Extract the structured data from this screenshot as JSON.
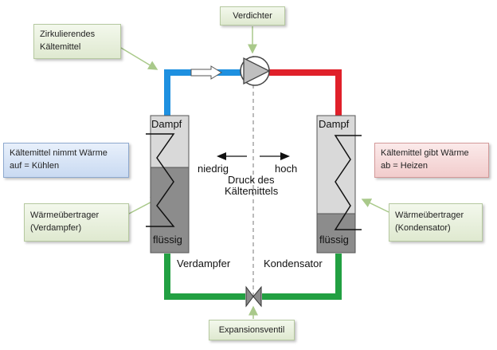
{
  "labels": {
    "verdichter": "Verdichter",
    "zirkulierend_line1": "Zirkulierendes",
    "zirkulierend_line2": "Kältemittel",
    "nimmt_line1": "Kältemittel nimmt Wärme",
    "nimmt_line2": "auf = Kühlen",
    "gibt_line1": "Kältemittel gibt Wärme",
    "gibt_line2": "ab = Heizen",
    "wt_left_line1": "Wärmeübertrager",
    "wt_left_line2": "(Verdampfer)",
    "wt_right_line1": "Wärmeübertrager",
    "wt_right_line2": "(Kondensator)",
    "expansionsventil": "Expansionsventil",
    "dampf_left": "Dampf",
    "dampf_right": "Dampf",
    "fluessig_left": "flüssig",
    "fluessig_right": "flüssig",
    "niedrig": "niedrig",
    "hoch": "hoch",
    "druck_line1": "Druck des",
    "druck_line2": "Kältemittels",
    "verdampfer": "Verdampfer",
    "kondensator": "Kondensator"
  },
  "colors": {
    "low_pressure_vapor": "#1e90e0",
    "high_pressure_vapor": "#e0202a",
    "liquid": "#22a042",
    "vapor_fill": "#d9d9d9",
    "liquid_fill": "#8c8c8c"
  }
}
